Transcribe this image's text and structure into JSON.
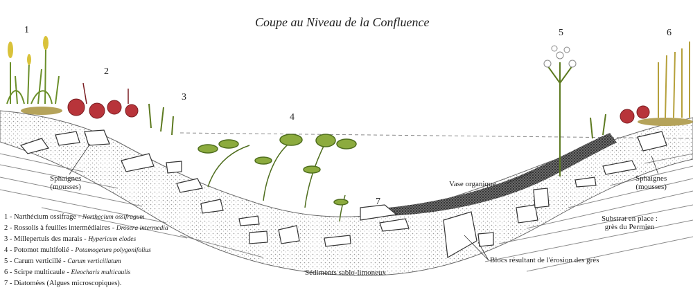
{
  "title": "Coupe au Niveau de la Confluence",
  "markers": [
    "1",
    "2",
    "3",
    "4",
    "5",
    "6",
    "7"
  ],
  "labels": {
    "sphaignes_left_1": "Sphaignes",
    "sphaignes_left_2": "(mousses)",
    "sphaignes_right_1": "Sphaignes",
    "sphaignes_right_2": "(mousses)",
    "vase": "Vase organique",
    "substrat_1": "Substrat en place :",
    "substrat_2": "grès du Permien",
    "blocs": "Blocs résultant de l'érosion des grès",
    "sediments": "Sédiments sablo-limoneux"
  },
  "legend": [
    {
      "common": "1 - Narthécium ossifrage - ",
      "sci": "Narthecium ossifragum"
    },
    {
      "common": "2 - Rossolis à feuilles intermédiaires - ",
      "sci": "Drosera intermedia"
    },
    {
      "common": "3 - Millepertuis des marais - ",
      "sci": "Hypericum elodes"
    },
    {
      "common": "4 - Potomot multifolié - ",
      "sci": "Potamogetum polygonifolius"
    },
    {
      "common": "5 - Carum verticillé - ",
      "sci": "Carum verticillatum"
    },
    {
      "common": "6 - Scirpe multicaule - ",
      "sci": "Eleocharis multicaulis"
    },
    {
      "common": "7 - Diatomées (Algues microscopiques).",
      "sci": ""
    }
  ],
  "colors": {
    "bedrock_line": "#7a7a7a",
    "sediment_dots": "#9a9a9a",
    "vase": "#3a3a3a",
    "plant_green": "#6b8f2a",
    "drosera_red": "#b8343a",
    "grass_yellow": "#d9c23a"
  }
}
